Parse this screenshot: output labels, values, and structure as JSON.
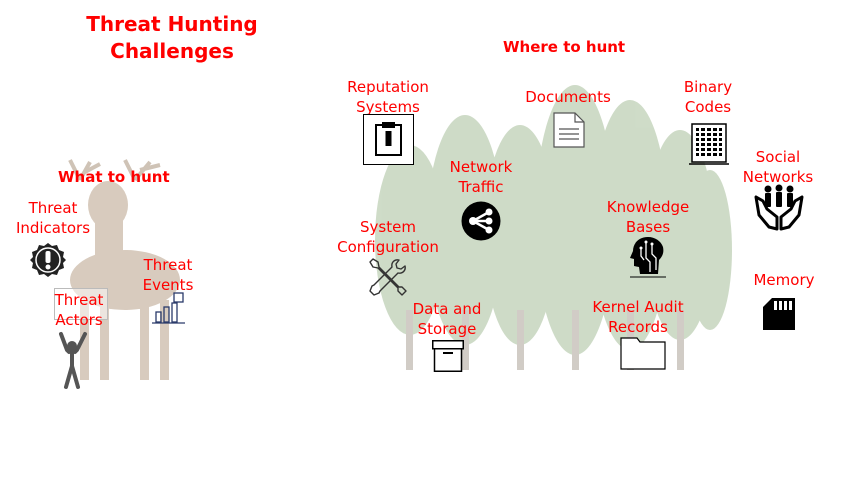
{
  "title": {
    "line1": "Threat Hunting",
    "line2": "Challenges"
  },
  "what_to_hunt": {
    "heading": "What to hunt",
    "items": [
      {
        "line1": "Threat",
        "line2": "Indicators",
        "icon": "exclamation-badge-icon"
      },
      {
        "line1": "Threat",
        "line2": "Events",
        "icon": "bar-chart-icon"
      },
      {
        "line1": "Threat",
        "line2": "Actors",
        "icon": "stick-figure-icon"
      }
    ]
  },
  "where_to_hunt": {
    "heading": "Where to hunt",
    "items": [
      {
        "line1": "Reputation",
        "line2": "Systems",
        "icon": "clipboard-badge-icon"
      },
      {
        "line1": "Documents",
        "line2": "",
        "icon": "document-icon"
      },
      {
        "line1": "Binary",
        "line2": "Codes",
        "icon": "binary-code-icon"
      },
      {
        "line1": "Network",
        "line2": "Traffic",
        "icon": "network-share-icon"
      },
      {
        "line1": "Social",
        "line2": "Networks",
        "icon": "hands-people-icon"
      },
      {
        "line1": "Knowledge",
        "line2": "Bases",
        "icon": "head-circuit-icon"
      },
      {
        "line1": "System",
        "line2": "Configuration",
        "icon": "tools-icon"
      },
      {
        "line1": "Memory",
        "line2": "",
        "icon": "memory-card-icon"
      },
      {
        "line1": "Data and",
        "line2": "Storage",
        "icon": "archive-box-icon"
      },
      {
        "line1": "Kernel Audit",
        "line2": "Records",
        "icon": "folder-icon"
      }
    ]
  },
  "colors": {
    "label": "#ff0000",
    "icon": "#000000",
    "trees": "#7a9a6a",
    "deer": "#a08060"
  }
}
